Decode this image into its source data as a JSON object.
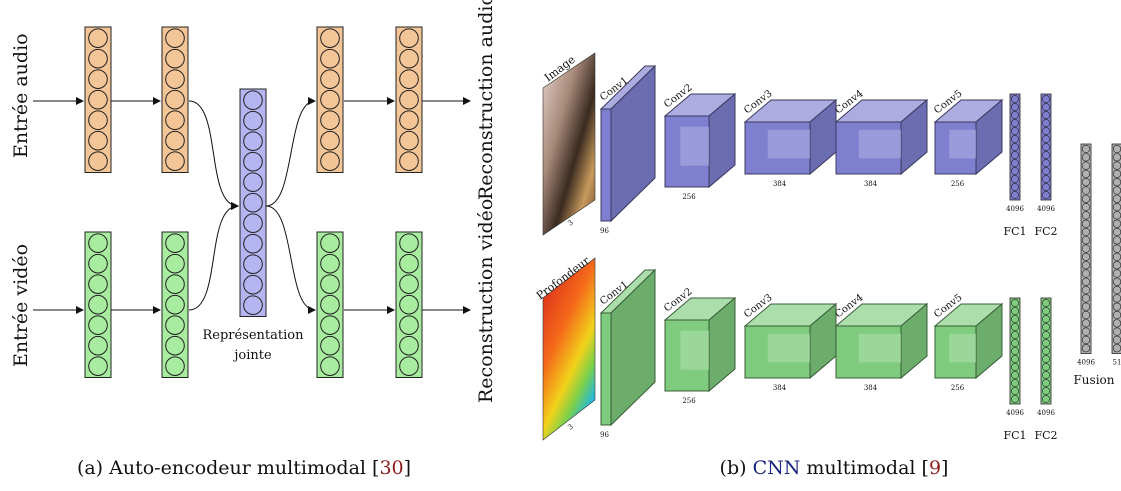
{
  "left_panel": {
    "inputs": {
      "audio": "Entrée audio",
      "video": "Entrée vidéo"
    },
    "outputs": {
      "audio": "Reconstruction audio",
      "video": "Reconstruction vidéo"
    },
    "joint_label_line1": "Représentation",
    "joint_label_line2": "jointe",
    "colors": {
      "audio": "#f4c596",
      "video": "#a8eca0",
      "joint": "#b5b5f2"
    },
    "caption_prefix": "(a) Auto-encodeur multimodal [",
    "caption_ref": "30",
    "caption_suffix": "]"
  },
  "right_panel": {
    "top_stream": {
      "input_label": "Image",
      "input_depth": "3",
      "layers": [
        "Conv1",
        "Conv2",
        "Conv3",
        "Conv4",
        "Conv5"
      ],
      "sizes": [
        "96",
        "256",
        "384",
        "384",
        "256"
      ],
      "fc_sizes": [
        "4096",
        "4096"
      ],
      "fc_labels": [
        "FC1",
        "FC2"
      ],
      "color": "#7f7fd0"
    },
    "bottom_stream": {
      "input_label": "Profondeur",
      "input_depth": "3",
      "layers": [
        "Conv1",
        "Conv2",
        "Conv3",
        "Conv4",
        "Conv5"
      ],
      "sizes": [
        "96",
        "256",
        "384",
        "384",
        "256"
      ],
      "fc_sizes": [
        "4096",
        "4096"
      ],
      "fc_labels": [
        "FC1",
        "FC2"
      ],
      "color": "#7fcc7f"
    },
    "fusion": {
      "label": "Fusion",
      "sizes": [
        "4096",
        "51"
      ],
      "color": "#b0b0b0"
    },
    "caption_prefix": "(b) ",
    "caption_acronym": "CNN",
    "caption_middle": " multimodal [",
    "caption_ref": "9",
    "caption_suffix": "]"
  }
}
